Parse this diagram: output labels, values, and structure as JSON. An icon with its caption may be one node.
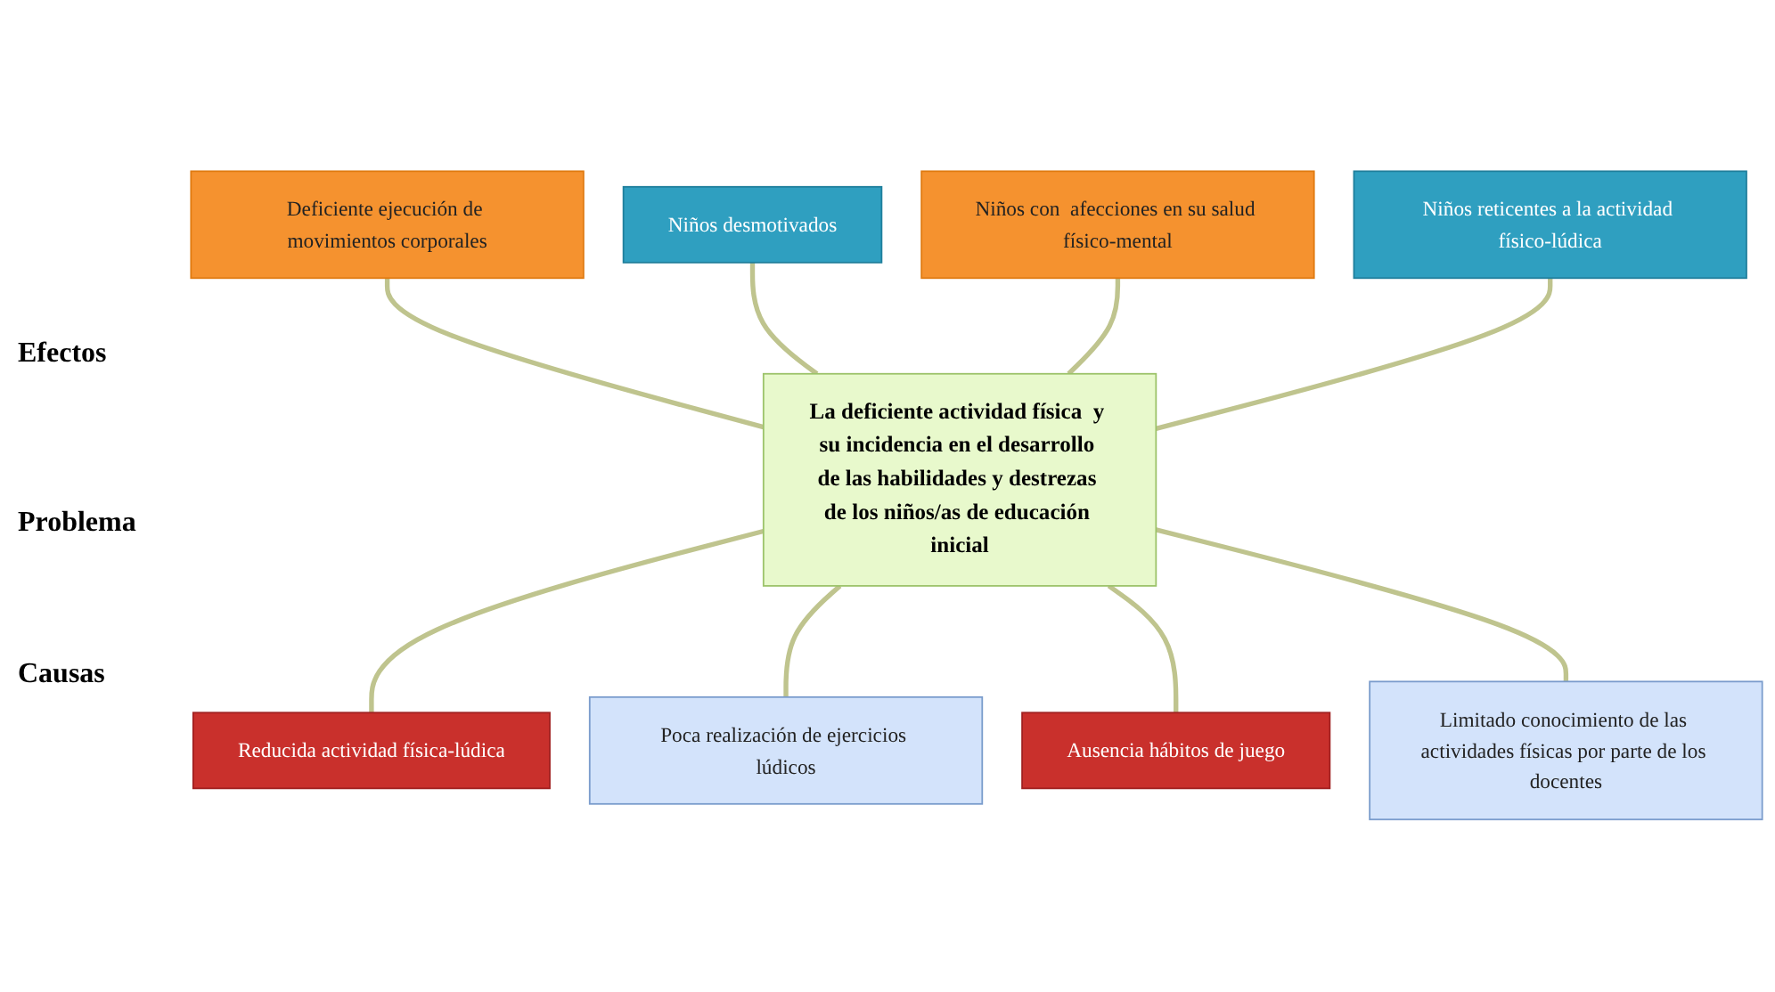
{
  "diagram": {
    "nodes": [
      {
        "text": [
          "Deficiente ejecución de movimientos corporales"
        ]
      },
      {
        "text": [
          "Niños desmotivados"
        ]
      },
      {
        "text": [
          "Niños con  afecciones en su salud físico-mental"
        ]
      },
      {
        "text": [
          "Niños reticentes a la actividad físico-lúdica"
        ]
      },
      {
        "text": [
          "La deficiente actividad física  y su incidencia en el desarrollo de las habilidades y destrezas de los niños/as de educación inicial"
        ]
      },
      {
        "text": [
          "Reducida actividad física-lúdica"
        ]
      },
      {
        "text": [
          "Poca realización de ejercicios lúdicos"
        ]
      },
      {
        "text": [
          "Ausencia hábitos de juego"
        ]
      },
      {
        "text": [
          "Limitado conocimiento de las actividades físicas por parte de los docentes"
        ]
      }
    ],
    "edges": [
      {
        "from": 0,
        "to": 4,
        "arrow": "none"
      },
      {
        "from": 1,
        "to": 4,
        "arrow": "none"
      },
      {
        "from": 2,
        "to": 4,
        "arrow": "none"
      },
      {
        "from": 3,
        "to": 4,
        "arrow": "none"
      },
      {
        "from": 4,
        "to": 5,
        "arrow": "none"
      },
      {
        "from": 4,
        "to": 6,
        "arrow": "none"
      },
      {
        "from": 4,
        "to": 7,
        "arrow": "none"
      },
      {
        "from": 4,
        "to": 8,
        "arrow": "none"
      }
    ],
    "labels": [
      "Efectos",
      "Problema",
      "Causas"
    ]
  }
}
